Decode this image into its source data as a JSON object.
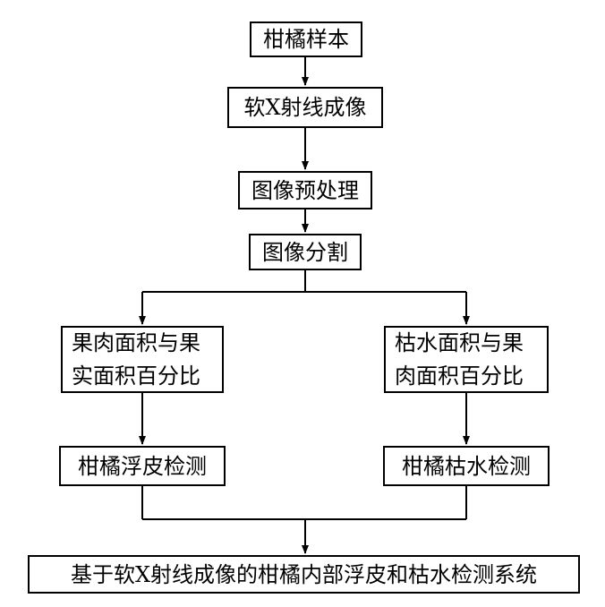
{
  "diagram": {
    "stroke_color": "#000000",
    "nodes": {
      "sample": {
        "text": "柑橘样本"
      },
      "imaging": {
        "text": "软X射线成像"
      },
      "preprocess": {
        "text": "图像预处理"
      },
      "segmentation": {
        "text": "图像分割"
      },
      "pulp_ratio": {
        "line1": "果肉面积与果",
        "line2": "实面积百分比"
      },
      "dry_ratio": {
        "line1": "枯水面积与果",
        "line2": "肉面积百分比"
      },
      "puffiness": {
        "text": "柑橘浮皮检测"
      },
      "dryness": {
        "text": "柑橘枯水检测"
      },
      "system": {
        "text": "基于软X射线成像的柑橘内部浮皮和枯水检测系统"
      }
    }
  }
}
